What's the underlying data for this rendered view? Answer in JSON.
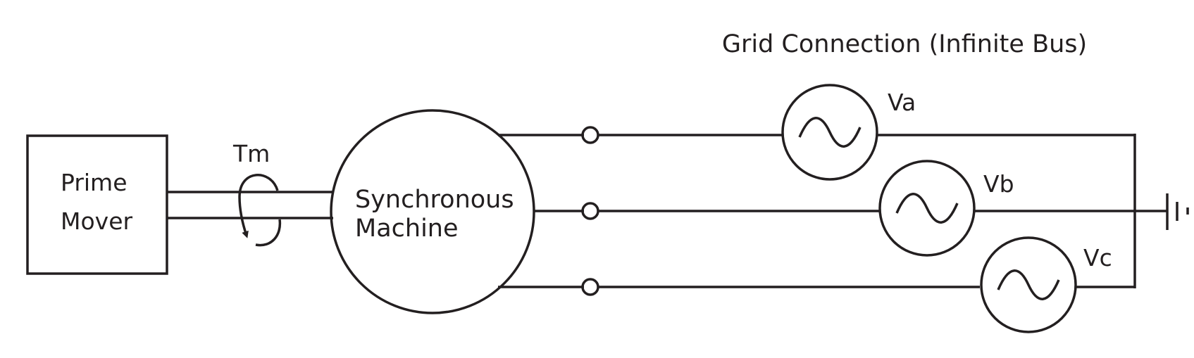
{
  "diagram": {
    "title": "Grid Connection (Infinite Bus)",
    "prime_mover": {
      "line1": "Prime",
      "line2": "Mover"
    },
    "torque_label": "Tm",
    "machine": {
      "line1": "Synchronous",
      "line2": "Machine"
    },
    "sources": {
      "a": "Va",
      "b": "Vb",
      "c": "Vc"
    }
  },
  "colors": {
    "stroke": "#231f20",
    "background": "#ffffff"
  }
}
